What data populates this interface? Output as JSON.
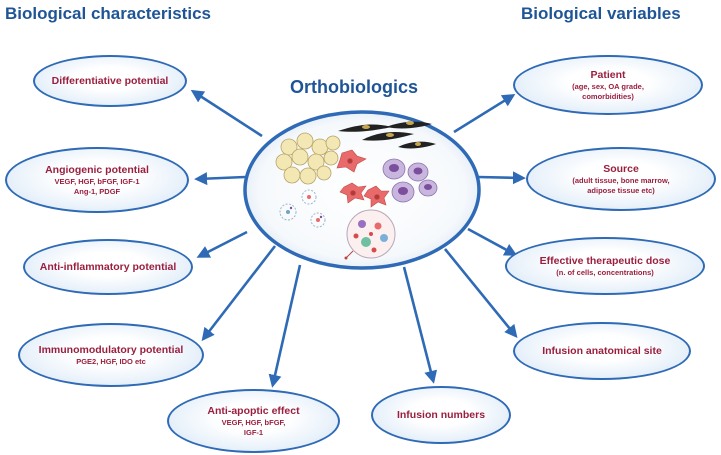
{
  "headers": {
    "left": "Biological characteristics",
    "right": "Biological variables"
  },
  "center": {
    "title": "Orthobiologics"
  },
  "characteristics": {
    "differentiative": {
      "title": "Differentiative potential"
    },
    "angiogenic": {
      "title": "Angiogenic potential",
      "line1": "VEGF, HGF, bFGF, IGF-1",
      "line2": "Ang-1, PDGF"
    },
    "anti_inflammatory": {
      "title": "Anti-inflammatory potential"
    },
    "immunomodulatory": {
      "title": "Immunomodulatory potential",
      "line1": "PGE2, HGF, IDO etc"
    },
    "anti_apoptic": {
      "title": "Anti-apoptic effect",
      "line1": "VEGF, HGF, bFGF,",
      "line2": "IGF-1"
    }
  },
  "variables": {
    "patient": {
      "title": "Patient",
      "line1": "(age, sex, OA grade,",
      "line2": "comorbidities)"
    },
    "source": {
      "title": "Source",
      "line1": "(adult tissue, bone marrow,",
      "line2": "adipose tissue etc)"
    },
    "dose": {
      "title": "Effective therapeutic dose",
      "line1": "(n. of cells, concentrations)"
    },
    "site": {
      "title": "Infusion anatomical site"
    },
    "infusion_numbers": {
      "title": "Infusion numbers"
    }
  },
  "colors": {
    "header_blue": "#1f5597",
    "node_border": "#2e6ab5",
    "node_text": "#9a1f3f",
    "arrow": "#2e6ab5",
    "adipocyte": "#f3e7b4",
    "fibroblast": "#e86a6a",
    "stem_cell": "#c9b6de",
    "stem_nucleus": "#7b4f9c",
    "spindle_cell": "#222222"
  },
  "icons": [
    "adipocyte-cluster-icon",
    "spindle-cells-icon",
    "fibroblast-cells-icon",
    "stem-cells-icon",
    "platelet-particles-icon",
    "bone-marrow-aspirate-icon"
  ]
}
